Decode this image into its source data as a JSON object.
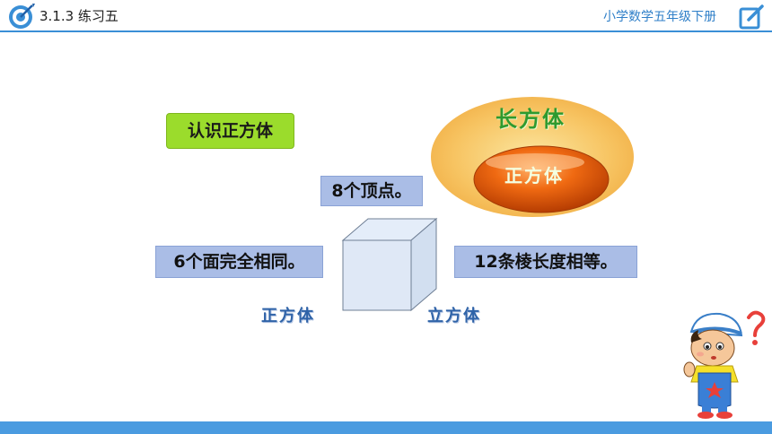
{
  "header": {
    "lesson_title": "3.1.3 练习五",
    "book_title": "小学数学五年级下册"
  },
  "main": {
    "topic_label": "认识正方体",
    "vertices_text": "8个顶点。",
    "faces_text": "6个面完全相同。",
    "edges_text": "12条棱长度相等。",
    "cube_caption_left": "正方体",
    "cube_caption_right": "立方体"
  },
  "venn": {
    "outer_label": "长方体",
    "inner_label": "正方体"
  },
  "colors": {
    "accent_blue": "#3a8fd6",
    "label_green": "#9bdc2c",
    "label_blue": "#aabde6",
    "venn_outer": "#f7c260",
    "venn_inner": "#e8600e"
  }
}
